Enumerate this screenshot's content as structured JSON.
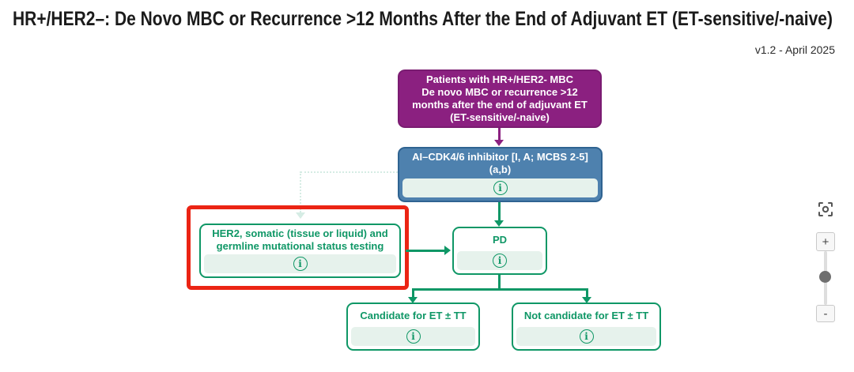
{
  "header": {
    "title": "HR+/HER2–: De Novo MBC or Recurrence >12 Months After the End of Adjuvant ET (ET-sensitive/-naive)",
    "version": "v1.2 - April 2025"
  },
  "colors": {
    "purple": "#8B2080",
    "purple_border": "#7A1C71",
    "blue": "#4E81AE",
    "blue_border": "#2F6391",
    "green": "#0F9766",
    "strip_green": "#E6F2EC",
    "highlight_red": "#EB2414",
    "dotted_teal": "#D5ECE4"
  },
  "flowchart": {
    "patients_node": {
      "line1": "Patients with HR+/HER2- MBC",
      "line2": "De novo MBC or recurrence >12",
      "line3": "months after the end of adjuvant ET",
      "line4": "(ET-sensitive/-naive)"
    },
    "cdk_node": {
      "line1": "AI–CDK4/6 inhibitor [I, A; MCBS 2-5]",
      "line2": "(a,b)",
      "info": "i"
    },
    "testing_node": {
      "line1": "HER2, somatic (tissue or liquid) and",
      "line2": "germline mutational status testing",
      "info": "i"
    },
    "pd_node": {
      "label": "PD",
      "info": "i"
    },
    "candidate_node": {
      "label": "Candidate for ET ± TT",
      "info": "i"
    },
    "not_candidate_node": {
      "label": "Not candidate for ET ± TT",
      "info": "i"
    }
  },
  "zoom_controls": {
    "zoom_in": "+",
    "zoom_out": "-"
  }
}
